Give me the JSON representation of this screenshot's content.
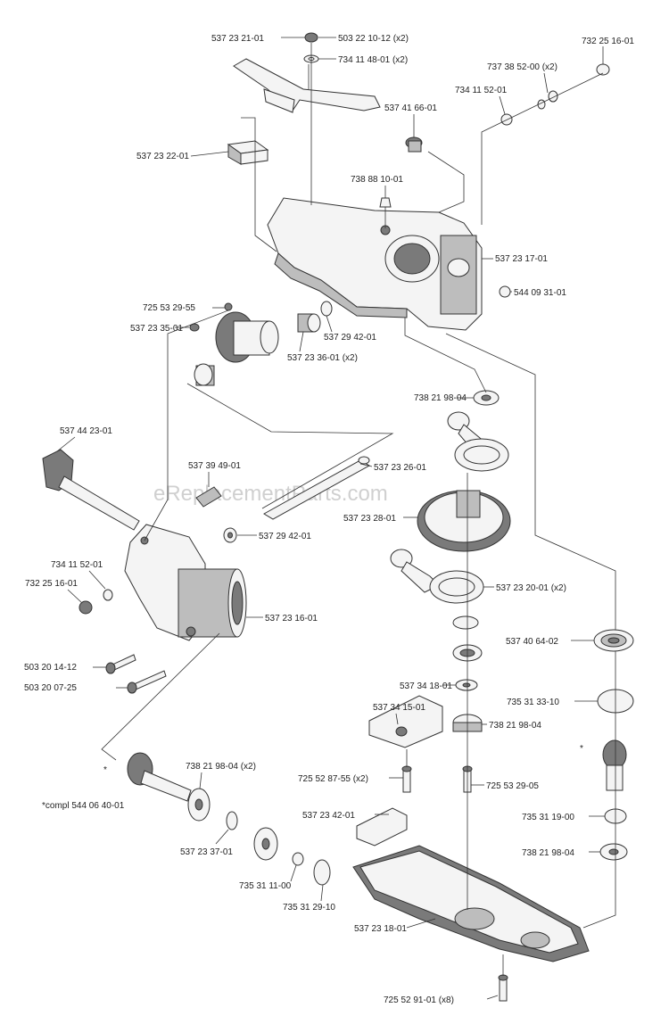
{
  "watermark": "eReplacementParts.com",
  "labels": [
    "537 23 21-01",
    "503 22 10-12 (x2)",
    "734 11 48-01 (x2)",
    "732 25 16-01",
    "737 38 52-00 (x2)",
    "734 11 52-01",
    "537 41 66-01",
    "537 23 22-01",
    "738 88 10-01",
    "537 23 17-01",
    "544 09 31-01",
    "725 53 29-55",
    "537 23 35-01",
    "537 29 42-01",
    "537 23 36-01 (x2)",
    "738 21 98-04",
    "537 44 23-01",
    "537 39 49-01",
    "537 23 26-01",
    "537 23 28-01",
    "537 29 42-01",
    "734 11 52-01",
    "732 25 16-01",
    "537 23 20-01 (x2)",
    "537 23 16-01",
    "537 40 64-02",
    "503 20 14-12",
    "503 20 07-25",
    "537 34 18-01",
    "735 31 33-10",
    "537 34 15-01",
    "738 21 98-04",
    "*",
    "738 21 98-04 (x2)",
    "*compl 544 06 40-01",
    "*",
    "725 52 87-55 (x2)",
    "725 53 29-05",
    "537 23 42-01",
    "735 31 19-00",
    "537 23 37-01",
    "738 21 98-04",
    "735 31 11-00",
    "735 31 29-10",
    "537 23 18-01",
    "725 52 91-01 (x8)"
  ]
}
